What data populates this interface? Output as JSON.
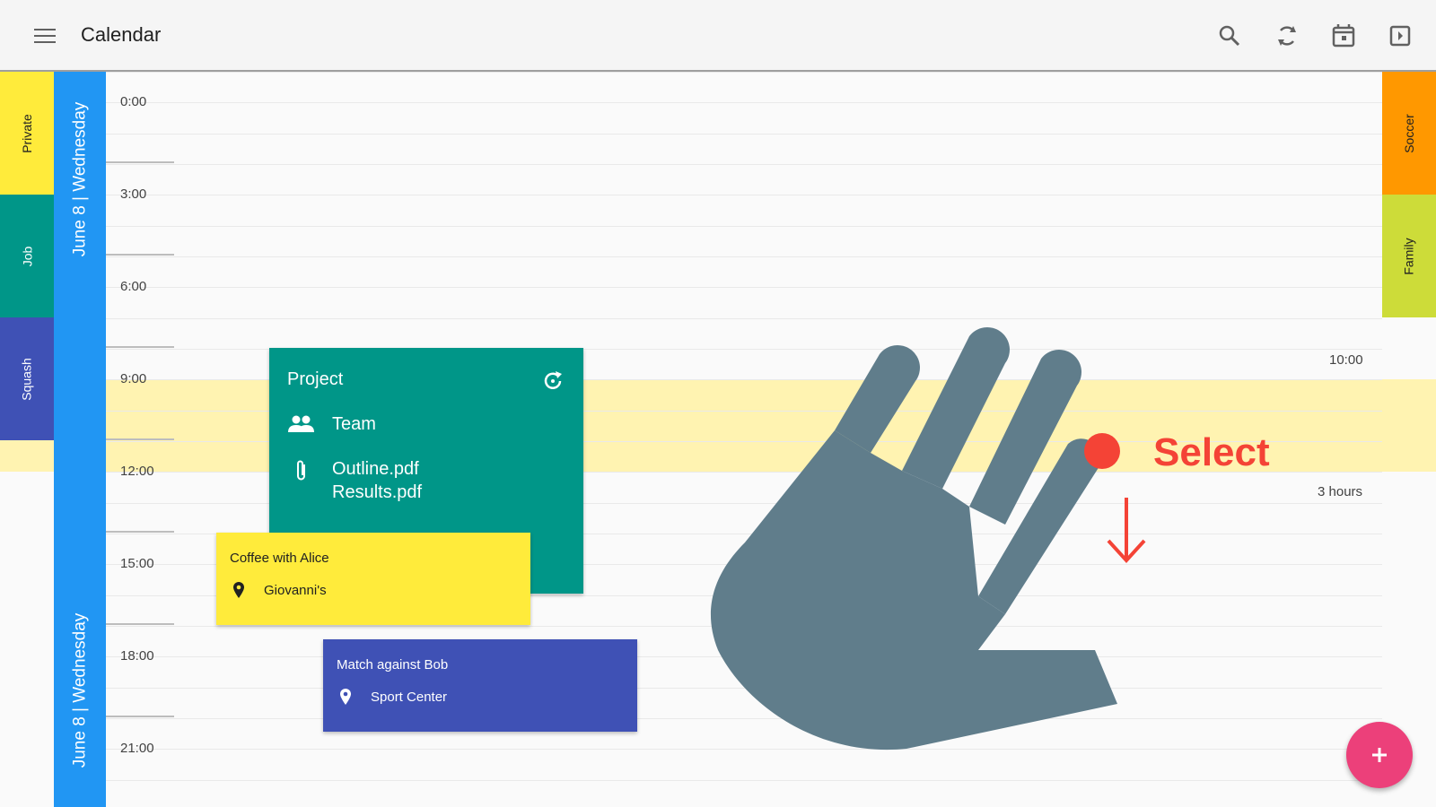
{
  "app": {
    "title": "Calendar"
  },
  "toolbar": {
    "icons": [
      "search-icon",
      "sync-icon",
      "calendar-today-icon",
      "view-toggle-icon"
    ]
  },
  "categories_left": [
    {
      "label": "Private",
      "color": "#ffeb3b",
      "text_color": "#212121"
    },
    {
      "label": "Job",
      "color": "#009688",
      "text_color": "#ffffff"
    },
    {
      "label": "Squash",
      "color": "#3f51b5",
      "text_color": "#ffffff"
    }
  ],
  "categories_right": [
    {
      "label": "Soccer",
      "color": "#ff9800",
      "text_color": "#212121"
    },
    {
      "label": "Family",
      "color": "#cddc39",
      "text_color": "#212121"
    }
  ],
  "date_strip": {
    "top_label": "June 8 | Wednesday",
    "bottom_label": "June 8 | Wednesday",
    "color": "#2196f3"
  },
  "time_labels": [
    "0:00",
    "3:00",
    "6:00",
    "9:00",
    "12:00",
    "15:00",
    "18:00",
    "21:00"
  ],
  "events": {
    "project": {
      "title": "Project",
      "attendees": "Team",
      "attachment_1": "Outline.pdf",
      "attachment_2": "Results.pdf",
      "color": "#009688"
    },
    "coffee": {
      "title": "Coffee with Alice",
      "location": "Giovanni's",
      "color": "#ffeb3b"
    },
    "match": {
      "title": "Match against Bob",
      "location": "Sport Center",
      "color": "#3f51b5"
    }
  },
  "selection": {
    "start_time": "10:00",
    "duration": "3 hours",
    "highlight_color": "#fff2a8"
  },
  "gesture": {
    "label": "Select",
    "color": "#f44336"
  },
  "fab": {
    "icon": "plus-icon",
    "color": "#ec407a"
  }
}
